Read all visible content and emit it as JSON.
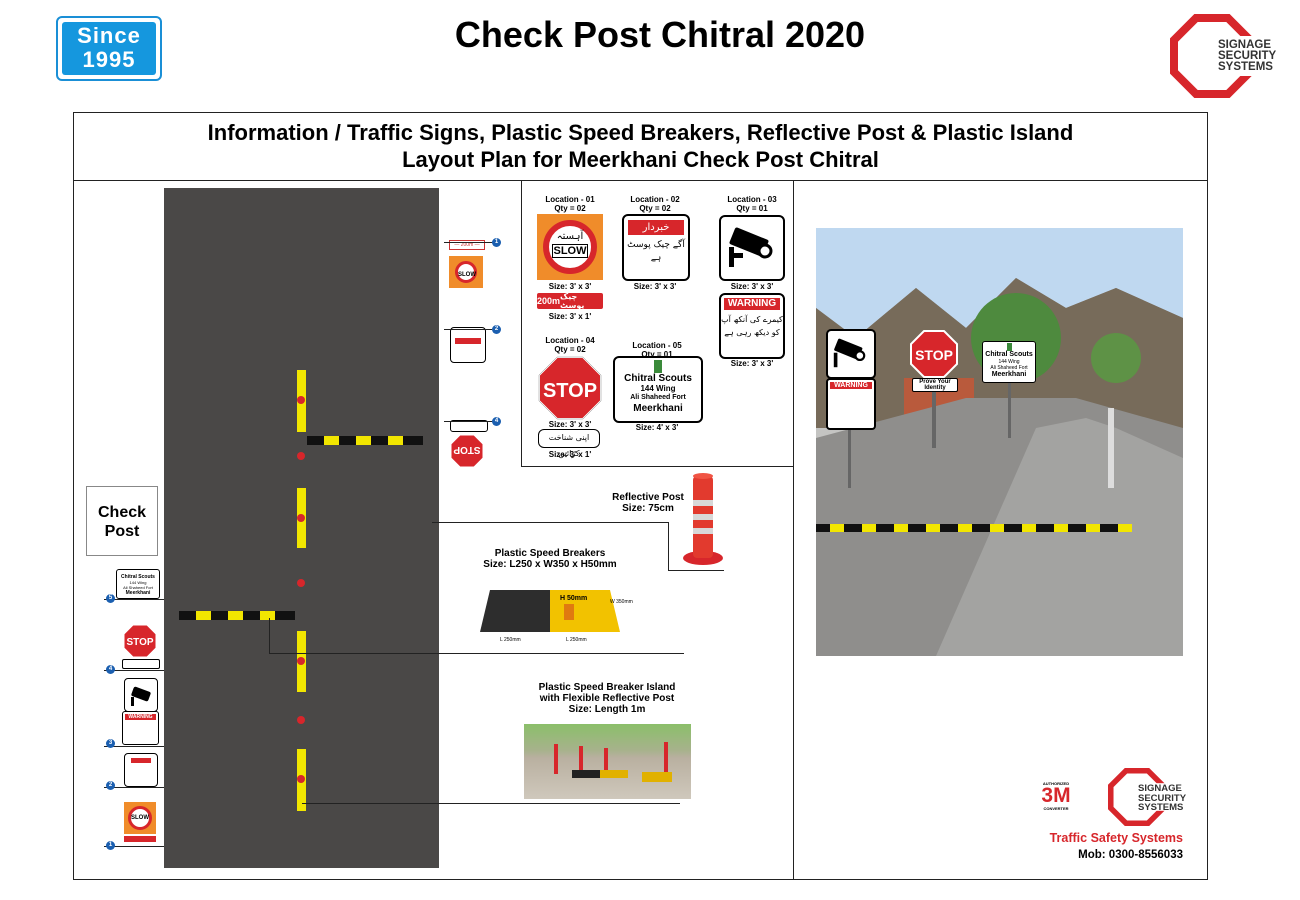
{
  "badge": {
    "line1": "Since",
    "line2": "1995"
  },
  "page_title": "Check Post Chitral 2020",
  "logo": {
    "line1": "SIGNAGE",
    "line2": "SECURITY",
    "line3": "SYSTEMS",
    "color": "#d7262b"
  },
  "header": {
    "line1": "Information / Traffic  Signs, Plastic Speed Breakers,  Reflective Post & Plastic Island",
    "line2": "Layout Plan  for Meerkhani Check Post Chitral"
  },
  "check_post_label": "Check Post",
  "signs": {
    "loc1": {
      "location": "Location - 01",
      "qty": "Qty = 02",
      "main_text": "SLOW",
      "urdu": "آہستہ",
      "size": "Size: 3' x 3'",
      "sub_text": "200m",
      "sub_urdu": "چیک پوسٹ",
      "sub_size": "Size: 3' x 1'"
    },
    "loc2": {
      "location": "Location - 02",
      "qty": "Qty = 02",
      "urdu1": "خبردار",
      "urdu2": "آگے چیک پوسٹ",
      "urdu3": "ہے",
      "size": "Size: 3' x 3'"
    },
    "loc3": {
      "location": "Location - 03",
      "qty": "Qty = 01",
      "size_top": "Size: 3' x 3'",
      "warning": "WARNING",
      "urdu1": "کیمرے کی آنکھ آپ",
      "urdu2": "کو دیکھ رہی ہے",
      "size": "Size: 3' x 3'"
    },
    "loc4": {
      "location": "Location - 04",
      "qty": "Qty = 02",
      "main_text": "STOP",
      "size": "Size: 3' x 3'",
      "sub_urdu": "اپنی شناخت کرائیں",
      "sub_size": "Size: 3' x 1'"
    },
    "loc5": {
      "location": "Location - 05",
      "qty": "Qty = 01",
      "l1": "Chitral Scouts",
      "l2": "144 Wing",
      "l3": "Ali Shaheed Fort",
      "l4": "Meerkhani",
      "size": "Size: 4' x 3'"
    }
  },
  "reflective_post": {
    "title": "Reflective Post",
    "size": "Size: 75cm"
  },
  "speed_breakers": {
    "title": "Plastic Speed Breakers",
    "size": "Size: L250 x W350 x H50mm",
    "h": "H 50mm",
    "w": "W 350mm",
    "l1": "L 250mm",
    "l2": "L 250mm"
  },
  "island": {
    "title": "Plastic Speed Breaker Island",
    "sub": "with Flexible Reflective Post",
    "size": "Size: Length  1m"
  },
  "photo_signs": {
    "stop": "STOP",
    "prove": "Prove Your Identity",
    "warning": "WARNING",
    "scouts1": "Chitral Scouts",
    "scouts2": "144 Wing",
    "scouts3": "Ali Shaheed Fort",
    "scouts4": "Meerkhani"
  },
  "left_column": {
    "scouts1": "Chitral Scouts",
    "scouts2": "144 Wing",
    "scouts3": "Ali Shaheed Fort",
    "scouts4": "Meerkhani",
    "stop": "STOP",
    "warning": "WARNING",
    "slow": "SLOW"
  },
  "footer": {
    "authorized": "AUTHORIZED",
    "brand3m": "3M",
    "converter": "CONVERTER",
    "tss": "Traffic Safety Systems",
    "mob": "Mob: 0300-8556033",
    "tss_color": "#d7262b"
  },
  "markers": {
    "1": "1",
    "2": "2",
    "3": "3",
    "4": "4",
    "5": "5"
  },
  "colors": {
    "road": "#4a4847",
    "stripe_yellow": "#f2e600",
    "stop_red": "#d7262b",
    "badge_blue": "#1597de"
  }
}
